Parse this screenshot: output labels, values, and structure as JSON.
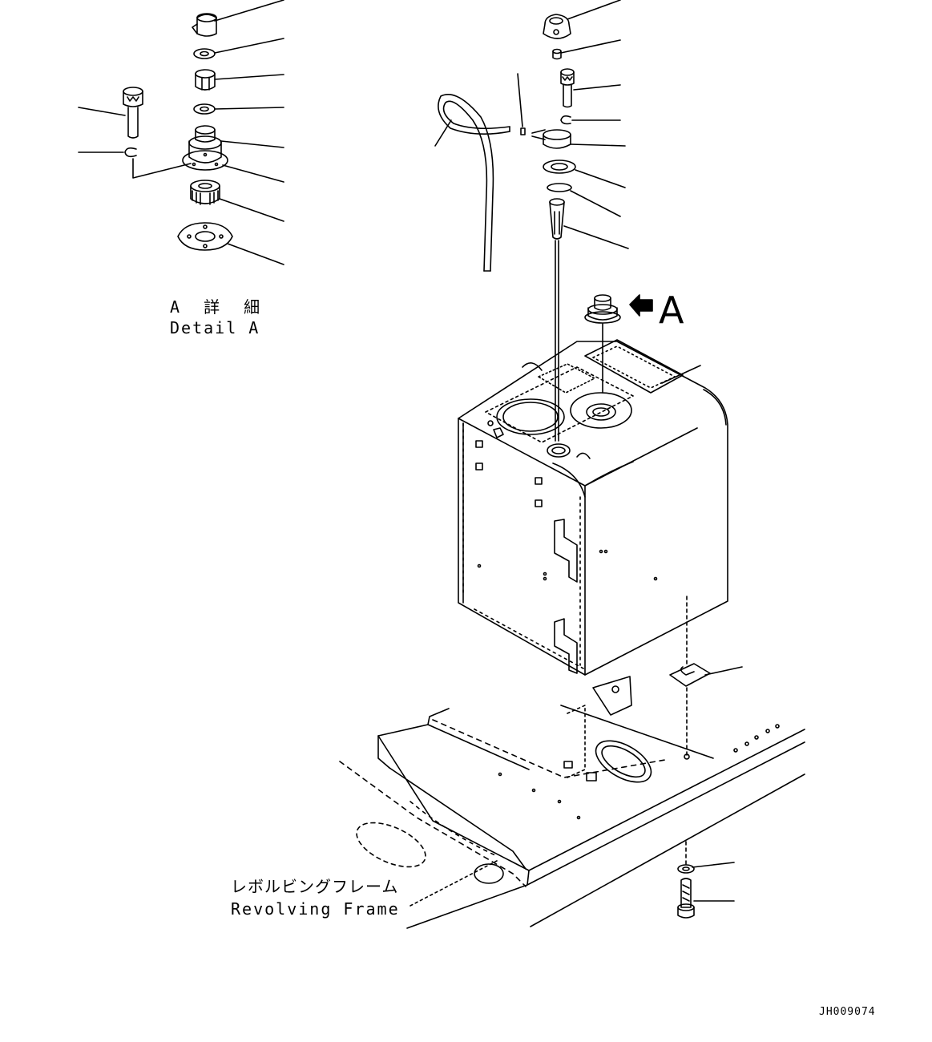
{
  "labels": {
    "detail_jp": "A 詳 細",
    "detail_en": "Detail A",
    "view_letter": "A",
    "frame_jp": "レボルビングフレーム",
    "frame_en": "Revolving Frame",
    "drawing_code": "JH009074"
  },
  "icons": {
    "view_arrow": "arrow-left-icon"
  },
  "colors": {
    "line": "#000000",
    "background": "#ffffff"
  }
}
